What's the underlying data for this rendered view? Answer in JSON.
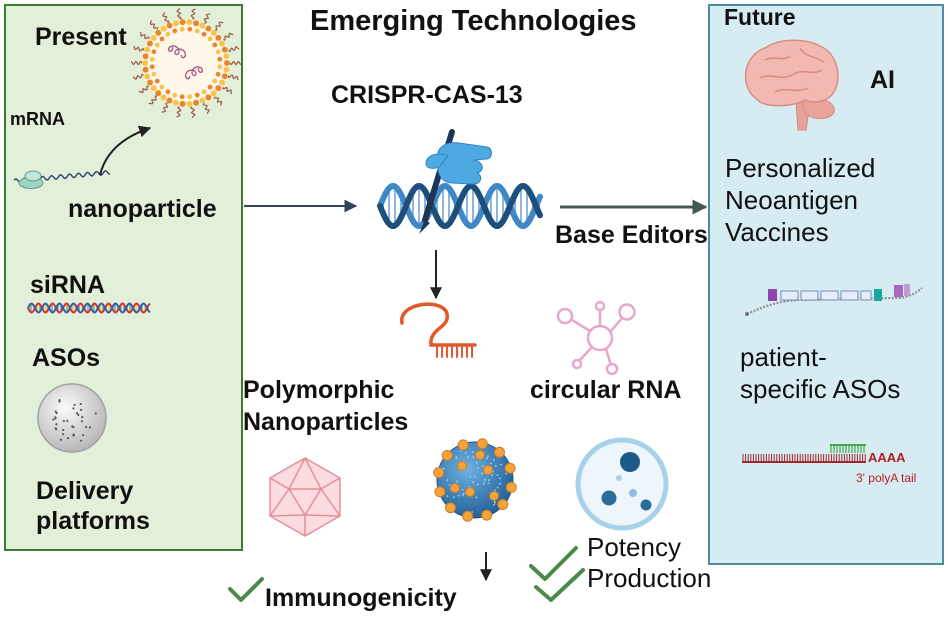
{
  "diagram": {
    "title": "Emerging Technologies"
  },
  "present": {
    "heading": "Present",
    "mrna_label": "mRNA",
    "nanoparticle_label": "nanoparticle",
    "sirna_label": "siRNA",
    "asos_label": "ASOs",
    "delivery_lines": [
      "Delivery",
      "platforms"
    ]
  },
  "emerging": {
    "crispr_label": "CRISPR-CAS-13",
    "base_editors_label": "Base Editors",
    "polymorphic_lines": [
      "Polymorphic",
      "Nanoparticles"
    ],
    "circular_rna_label": "circular RNA",
    "immunogenicity_label": "Immunogenicity",
    "potency_label": "Potency",
    "production_label": "Production"
  },
  "future": {
    "heading": "Future",
    "ai_label": "AI",
    "vaccine_lines": [
      "Personalized",
      "Neoantigen",
      "Vaccines"
    ],
    "patient_aso_lines": [
      "patient-",
      "specific ASOs"
    ],
    "polya_sequence": "AAAA",
    "polya_caption": "3' polyA tail"
  },
  "icons": [
    "lipid-nanoparticle-icon",
    "mrna-strand-icon",
    "ribosome-icon",
    "curved-arrow-icon",
    "sirna-duplex-icon",
    "aso-sphere-icon",
    "dna-helix-icon",
    "hand-pen-icon",
    "guide-rna-icon",
    "circular-rna-icon",
    "icosahedron-nanoparticle-icon",
    "polymeric-nanoparticle-icon",
    "vesicle-nanoparticle-icon",
    "checkmark-icon",
    "double-checkmark-icon",
    "brain-icon",
    "mrna-vaccine-construct-icon",
    "polya-tail-icon"
  ],
  "colors": {
    "present_panel_fill": "#e2efd9",
    "present_panel_border": "#3f7a35",
    "future_panel_fill": "#d7ecf2",
    "future_panel_border": "#4e8c9c",
    "checkmark": "#4b8a48",
    "polya_text": "#b02020"
  }
}
